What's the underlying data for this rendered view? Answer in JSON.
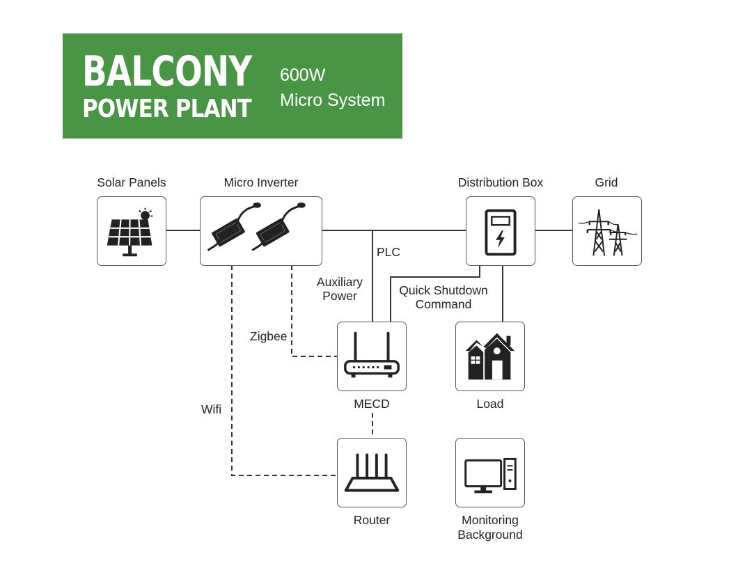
{
  "banner": {
    "title_line1": "BALCONY",
    "title_line2": "POWER PLANT",
    "subtitle_line1": "600W",
    "subtitle_line2": "Micro System",
    "background_color": "#4a9545"
  },
  "nodes": {
    "solar_panels": {
      "label": "Solar Panels",
      "icon": "solar-panel-icon"
    },
    "micro_inverter": {
      "label": "Micro Inverter",
      "icon": "micro-inverter-icon"
    },
    "distribution_box": {
      "label": "Distribution Box",
      "icon": "distribution-box-icon"
    },
    "grid": {
      "label": "Grid",
      "icon": "power-tower-icon"
    },
    "mecd": {
      "label": "MECD",
      "icon": "gateway-device-icon"
    },
    "load": {
      "label": "Load",
      "icon": "house-icon"
    },
    "router": {
      "label": "Router",
      "icon": "router-icon"
    },
    "monitoring": {
      "label_line1": "Monitoring",
      "label_line2": "Background",
      "icon": "computer-icon"
    }
  },
  "connections": {
    "plc": "PLC",
    "auxiliary_power_line1": "Auxiliary",
    "auxiliary_power_line2": "Power",
    "quick_shutdown_line1": "Quick Shutdown",
    "quick_shutdown_line2": "Command",
    "zigbee": "Zigbee",
    "wifi": "Wifi"
  }
}
